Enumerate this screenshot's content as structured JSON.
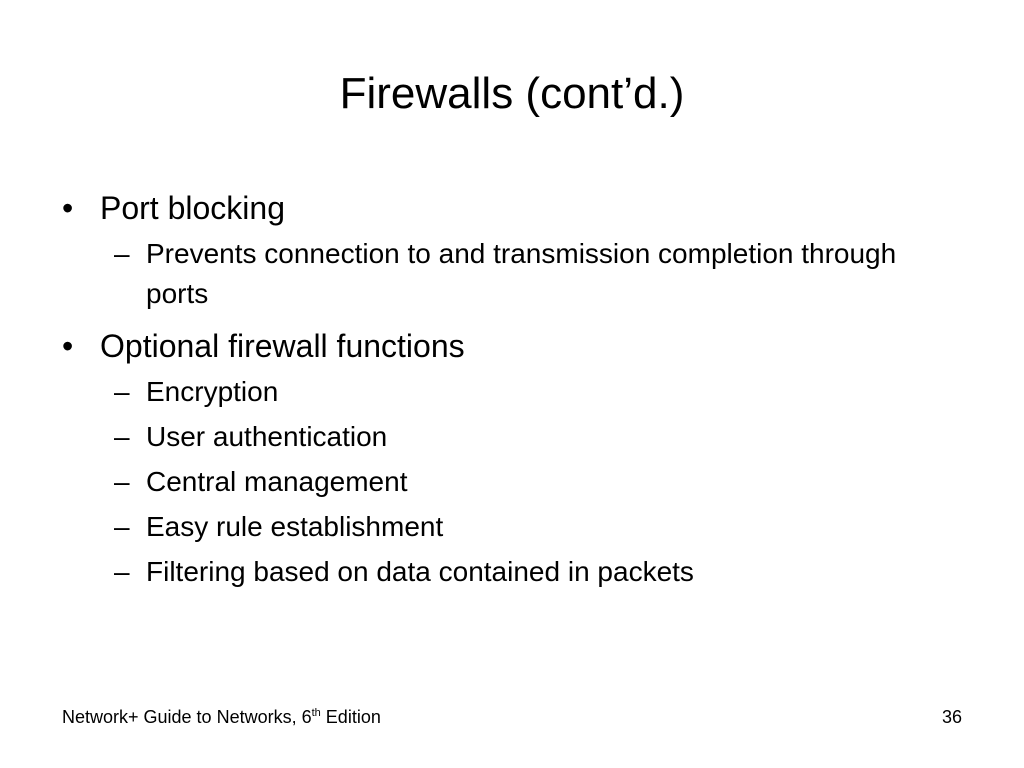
{
  "slide": {
    "title": "Firewalls (cont’d.)",
    "bullets": [
      {
        "text": "Port blocking",
        "subs": [
          "Prevents connection to and transmission completion through ports"
        ]
      },
      {
        "text": "Optional firewall functions",
        "subs": [
          "Encryption",
          "User authentication",
          "Central management",
          "Easy rule establishment",
          "Filtering based on data contained in packets"
        ]
      }
    ],
    "bullet_glyph": "•",
    "sub_glyph": "–"
  },
  "footer": {
    "left_prefix": "Network+ Guide to Networks, 6",
    "left_sup": "th",
    "left_suffix": " Edition",
    "page_number": "36"
  }
}
